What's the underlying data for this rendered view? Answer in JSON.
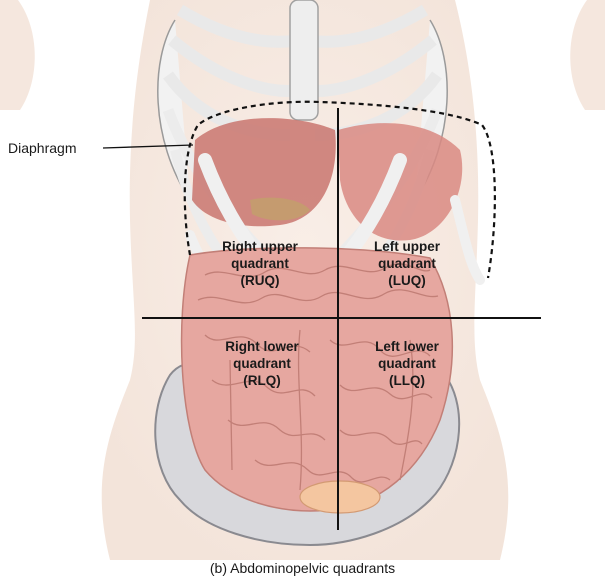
{
  "labels": {
    "diaphragm": "Diaphragm",
    "caption": "(b) Abdominopelvic quadrants"
  },
  "quadrants": {
    "ruq": {
      "line1": "Right upper",
      "line2": "quadrant",
      "line3": "(RUQ)"
    },
    "luq": {
      "line1": "Left upper",
      "line2": "quadrant",
      "line3": "(LUQ)"
    },
    "rlq": {
      "line1": "Right lower",
      "line2": "quadrant",
      "line3": "(RLQ)"
    },
    "llq": {
      "line1": "Left lower",
      "line2": "quadrant",
      "line3": "(LLQ)"
    }
  },
  "colors": {
    "skin": "#f7ece4",
    "bone": "#eeeeee",
    "bone_outline": "#9a9a9a",
    "organ": "#c9766f",
    "intestine": "#e6a7a0",
    "pelvis": "#d8d8dc",
    "line": "#111111"
  }
}
